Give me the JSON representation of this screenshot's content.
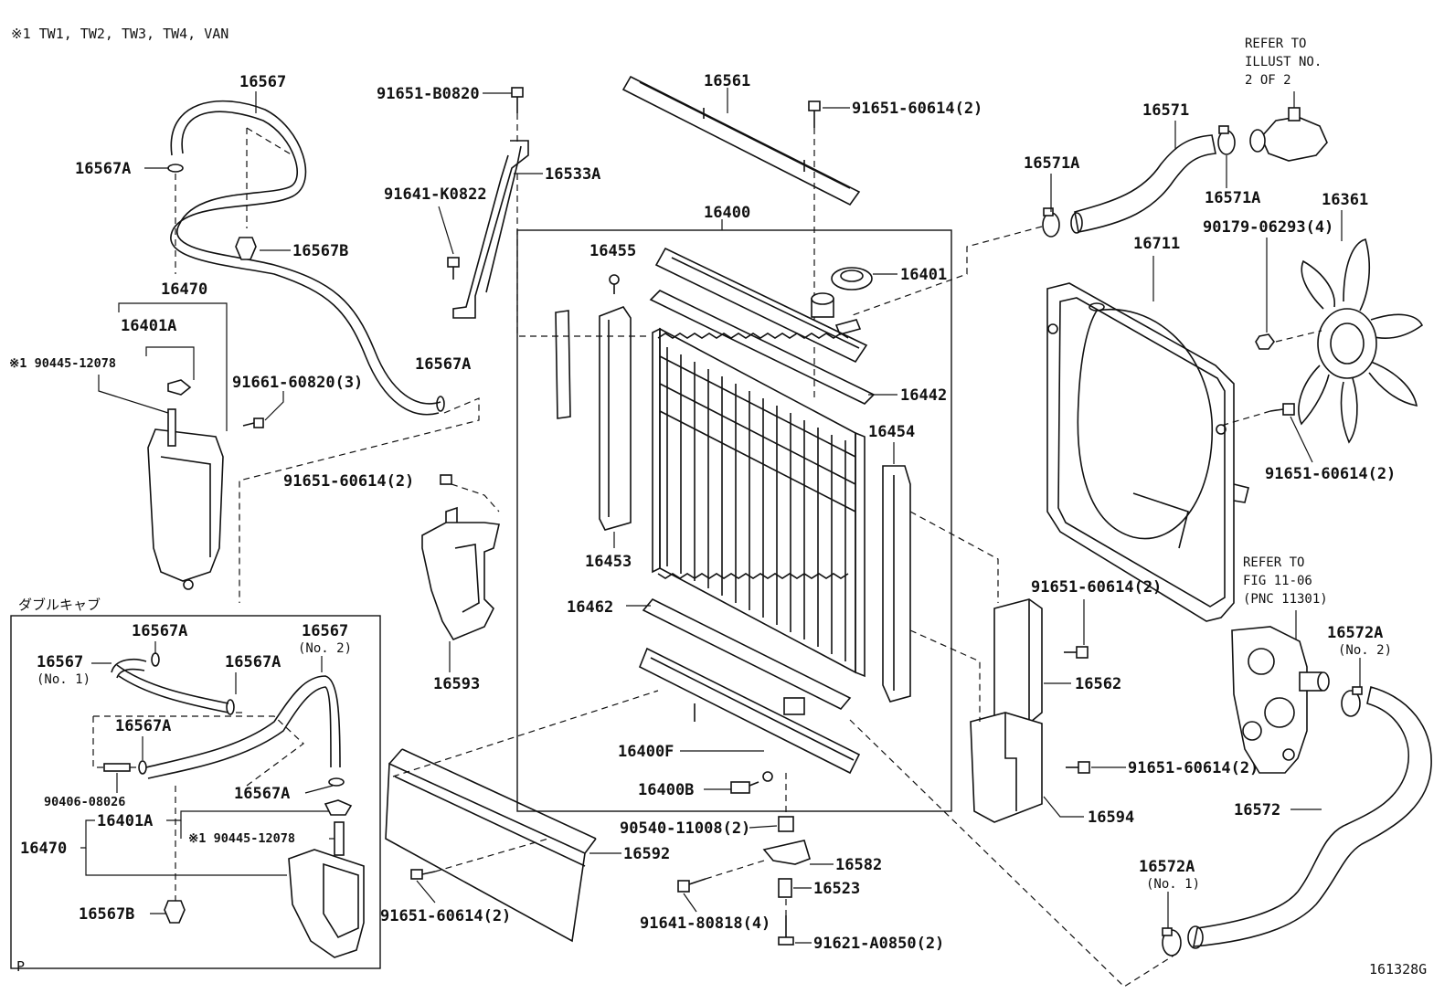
{
  "header": {
    "note": "※1  TW1, TW2, TW3, TW4, VAN"
  },
  "inset": {
    "title": "ダブルキャブ"
  },
  "footer": {
    "left": "P",
    "code": "161328G"
  },
  "refs": {
    "illust_line1": "REFER TO",
    "illust_line2": "ILLUST NO.",
    "illust_line3": "2 OF 2",
    "fig_line1": "REFER TO",
    "fig_line2": "FIG 11-06",
    "fig_line3": "(PNC 11301)"
  },
  "labels": {
    "p16567": "16567",
    "p16567A_a": "16567A",
    "p16567B": "16567B",
    "p16470": "16470",
    "p16401A": "16401A",
    "p90445_a": "※1 90445-12078",
    "p91661": "91661-60820(3)",
    "p16567A_b": "16567A",
    "p91651_b0820": "91651-B0820",
    "p16533A": "16533A",
    "p91641_k0822": "91641-K0822",
    "p16561": "16561",
    "p91651_top": "91651-60614(2)",
    "p16400": "16400",
    "p16455": "16455",
    "p16401": "16401",
    "p16442": "16442",
    "p16454": "16454",
    "p16453": "16453",
    "p16462": "16462",
    "p16400F": "16400F",
    "p16400B": "16400B",
    "p91651_left": "91651-60614(2)",
    "p16593": "16593",
    "p16571": "16571",
    "p16571A_a": "16571A",
    "p16571A_b": "16571A",
    "p16361": "16361",
    "p90179": "90179-06293(4)",
    "p16711": "16711",
    "p91651_fan": "91651-60614(2)",
    "p91651_s1": "91651-60614(2)",
    "p16562": "16562",
    "p91651_s2": "91651-60614(2)",
    "p16594": "16594",
    "p16572A_a": "16572A",
    "p16572A_a_sub": "(No. 2)",
    "p16572": "16572",
    "p16572A_b": "16572A",
    "p16572A_b_sub": "(No. 1)",
    "p90540": "90540-11008(2)",
    "p16582": "16582",
    "p16523": "16523",
    "p91641_80818": "91641-80818(4)",
    "p91621": "91621-A0850(2)",
    "p16592": "16592",
    "p91651_bot": "91651-60614(2)",
    "i16567A_1": "16567A",
    "i16567_no1": "16567",
    "i16567_no1_sub": "(No. 1)",
    "i16567A_2": "16567A",
    "i16567_no2": "16567",
    "i16567_no2_sub": "(No. 2)",
    "i16567A_3": "16567A",
    "i90406": "90406-08026",
    "i16567A_4": "16567A",
    "i16401A": "16401A",
    "i90445": "※1  90445-12078",
    "i16470": "16470",
    "i16567B": "16567B"
  }
}
